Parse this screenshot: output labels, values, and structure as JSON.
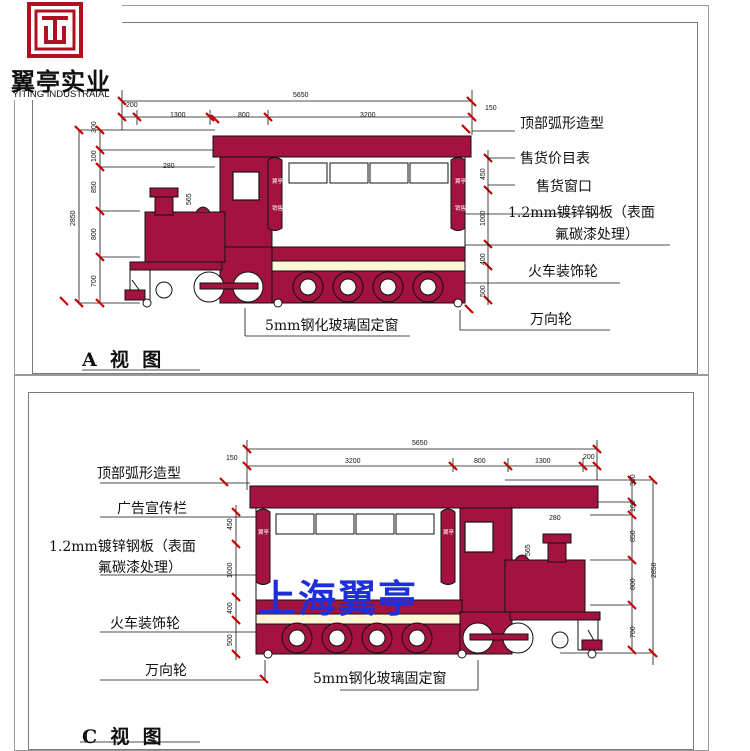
{
  "logo": {
    "cn": "翼亭实业",
    "en": "YITING INDUSTRAIAL"
  },
  "watermark": "上海翼亭",
  "view_a": {
    "title": "A  视  图",
    "labels": {
      "top_arc": "顶部弧形造型",
      "price_list": "售货价目表",
      "sales_window": "售货窗口",
      "steel_plate_1": "1.2mm镀锌钢板（表面",
      "steel_plate_2": "氟碳漆处理）",
      "train_wheel": "火车装饰轮",
      "glass": "5mm钢化玻璃固定窗",
      "caster": "万向轮"
    },
    "dims": {
      "total": "5650",
      "d200": "200",
      "d1300": "1300",
      "d800": "800",
      "d3200": "3200",
      "d150": "150",
      "h300": "300",
      "h100": "100",
      "h850": "850",
      "h800": "800",
      "h700": "700",
      "h2850": "2850",
      "r450": "450",
      "r1000": "1000",
      "r400": "400",
      "r500": "500",
      "c280": "280",
      "c565": "565"
    }
  },
  "view_c": {
    "title": "C  视  图",
    "labels": {
      "top_arc": "顶部弧形造型",
      "ad_board": "广告宣传栏",
      "steel_plate_1": "1.2mm镀锌钢板（表面",
      "steel_plate_2": "氟碳漆处理）",
      "train_wheel": "火车装饰轮",
      "caster": "万向轮",
      "glass": "5mm钢化玻璃固定窗"
    },
    "dims": {
      "total": "5650",
      "d150": "150",
      "d3200": "3200",
      "d800": "800",
      "d1300": "1300",
      "d200": "200",
      "h300": "300",
      "h100": "100",
      "h850": "850",
      "h800": "800",
      "h700": "700",
      "h2850": "2850",
      "l450": "450",
      "l1000": "1000",
      "l400": "400",
      "l500": "500",
      "c280": "280",
      "c565": "565"
    }
  },
  "colors": {
    "body": "#a4123f",
    "dark": "#6e0a25",
    "line": "#111111",
    "dim": "#c40000",
    "cream": "#fff6d5"
  }
}
